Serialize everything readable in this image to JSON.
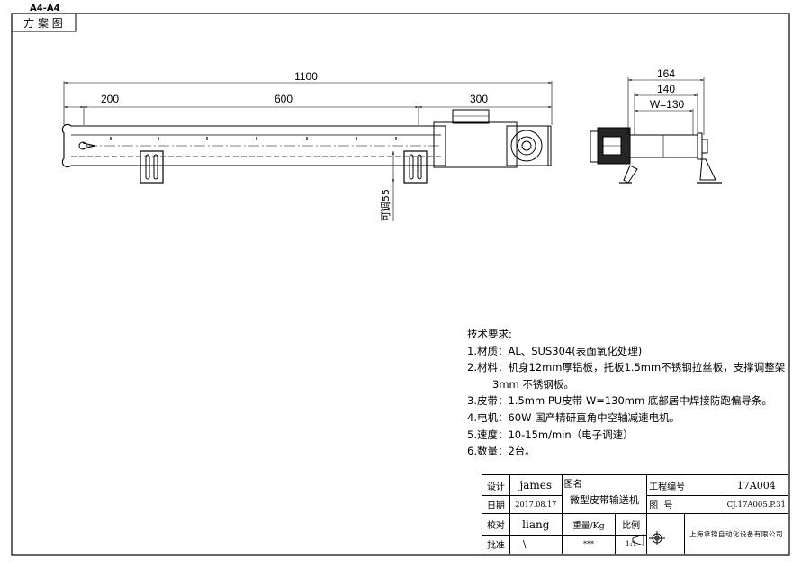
{
  "sheet": {
    "size_label": "A4-A4",
    "type_label": "方 案 图"
  },
  "dimensions": {
    "total_length": "1100",
    "seg_left": "200",
    "seg_mid": "600",
    "seg_right": "300",
    "adjust": "可调55",
    "side_overall": "164",
    "side_frame": "140",
    "belt_width": "W=130"
  },
  "requirements": {
    "heading": "技术要求:",
    "items": [
      "1.材质：AL、SUS304(表面氧化处理)",
      "2.材料：机身12mm厚铝板，托板1.5mm不锈钢拉丝板，支撑调整架",
      "3mm 不锈钢板。",
      "3.皮带：1.5mm PU皮带  W=130mm  底部居中焊接防跑偏导条。",
      "4.电机：60W 国产精研直角中空轴减速电机。",
      "5.速度：10-15m/min（电子调速）",
      "6.数量：2台。"
    ]
  },
  "title_block": {
    "design_label": "设计",
    "design_value": "james",
    "date_label": "日期",
    "date_value": "2017.08.17",
    "check_label": "校对",
    "check_value": "liang",
    "approve_label": "批准",
    "approve_value": "\\",
    "name_label": "图名",
    "name_value": "微型皮带输送机",
    "weight_label": "重量/Kg",
    "weight_value": "***",
    "scale_label": "比例",
    "scale_value": "1:1",
    "project_no_label": "工程编号",
    "project_no_value": "17A004",
    "drawing_no_label": "图  号",
    "drawing_no_value": "CJ.17A005.P.31",
    "company": "上海承锦自动化设备有限公司"
  }
}
